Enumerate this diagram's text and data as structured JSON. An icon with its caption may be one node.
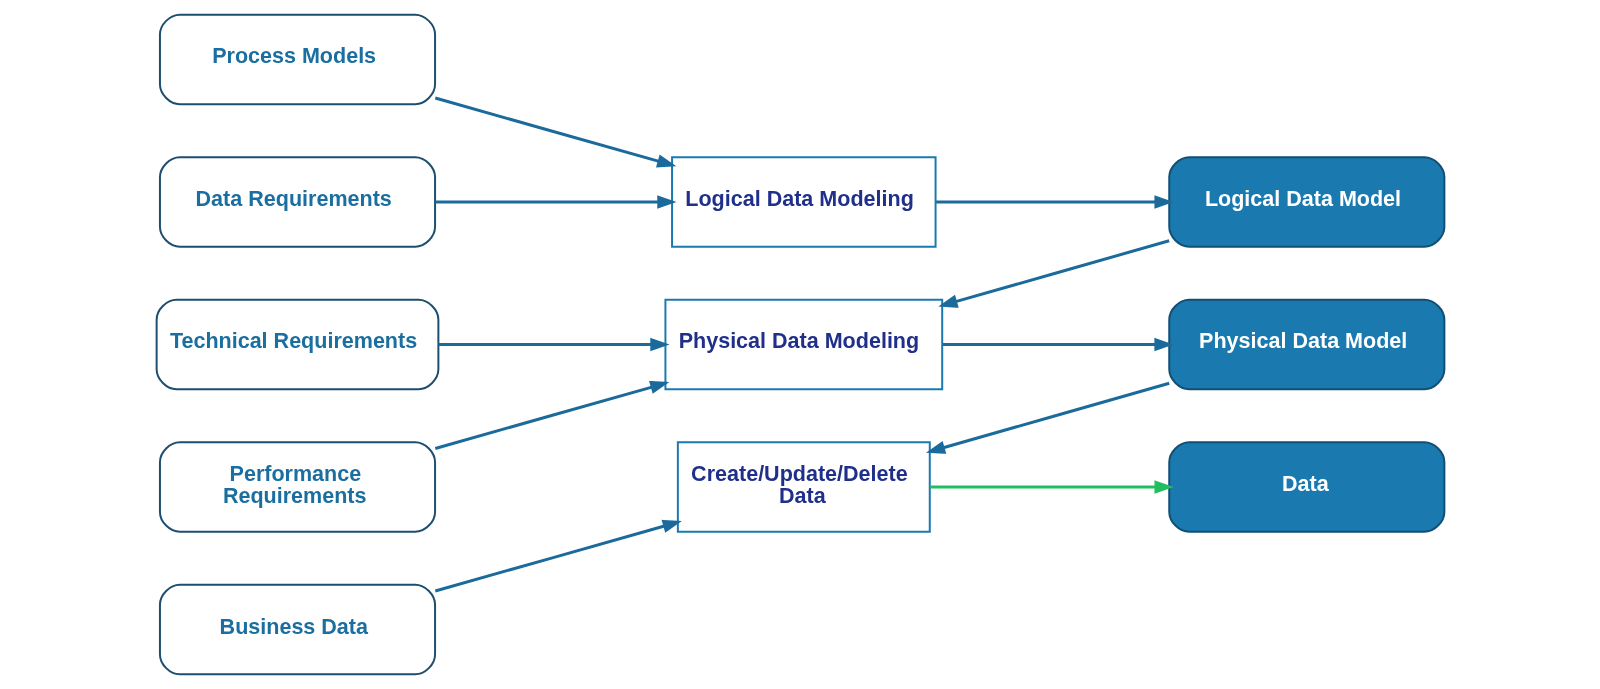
{
  "diagram": {
    "nodes": [
      {
        "text": [
          "Process Models"
        ]
      },
      {
        "text": [
          "Data Requirements"
        ]
      },
      {
        "text": [
          "Technical Requirements"
        ]
      },
      {
        "text": [
          "Performance Requirements"
        ]
      },
      {
        "text": [
          "Business Data"
        ]
      },
      {
        "text": [
          "Logical Data Modeling"
        ]
      },
      {
        "text": [
          "Physical Data Modeling"
        ]
      },
      {
        "text": [
          "Create/Update/Delete Data"
        ]
      },
      {
        "text": [
          "Logical Data Model"
        ]
      },
      {
        "text": [
          "Physical Data Model"
        ]
      },
      {
        "text": [
          "Data"
        ]
      }
    ],
    "edges": [
      {
        "from": 0,
        "to": 5,
        "arrow": "to"
      },
      {
        "from": 1,
        "to": 5,
        "arrow": "to"
      },
      {
        "from": 5,
        "to": 8,
        "arrow": "to"
      },
      {
        "from": 8,
        "to": 6,
        "arrow": "to"
      },
      {
        "from": 2,
        "to": 6,
        "arrow": "to"
      },
      {
        "from": 3,
        "to": 6,
        "arrow": "to"
      },
      {
        "from": 6,
        "to": 9,
        "arrow": "to"
      },
      {
        "from": 9,
        "to": 7,
        "arrow": "to"
      },
      {
        "from": 4,
        "to": 7,
        "arrow": "to"
      },
      {
        "from": 7,
        "to": 10,
        "arrow": "to",
        "color": "#1fbf5f"
      }
    ]
  }
}
